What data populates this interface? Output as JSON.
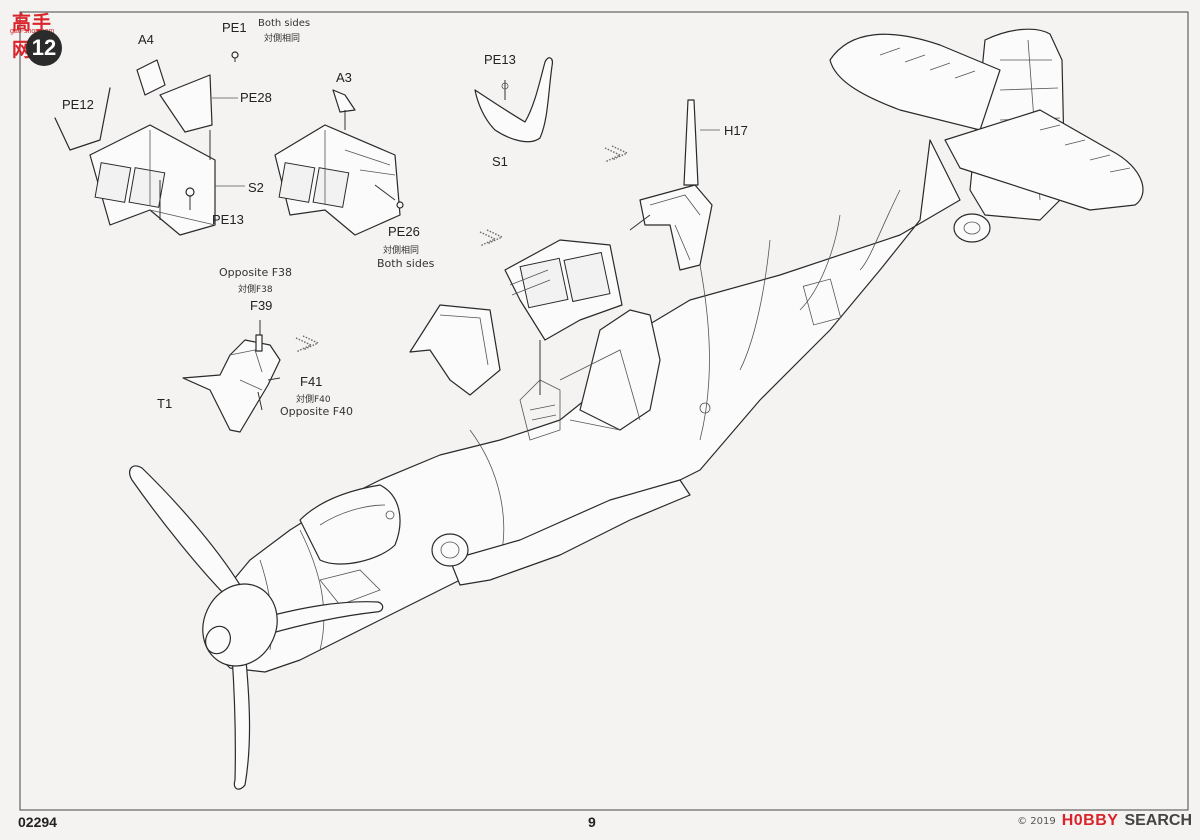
{
  "logo": {
    "text": "高手网",
    "url": "gao-shou.com"
  },
  "step_number": "12",
  "labels": {
    "a4": "A4",
    "pe1": "PE1",
    "both_sides_1_en": "Both sides",
    "both_sides_1_cn": "対側相同",
    "pe28": "PE28",
    "pe12": "PE12",
    "s2": "S2",
    "pe13_left": "PE13",
    "a3": "A3",
    "pe26": "PE26",
    "both_sides_2_cn": "対側相同",
    "both_sides_2_en": "Both sides",
    "pe13_top": "PE13",
    "s1": "S1",
    "h17": "H17",
    "opposite_f38_en": "Opposite F38",
    "opposite_f38_cn": "対側F38",
    "f39": "F39",
    "f41": "F41",
    "t1": "T1",
    "opposite_f40_cn": "対側F40",
    "opposite_f40_en": "Opposite F40"
  },
  "footer": {
    "code": "02294",
    "page": "9"
  },
  "watermark": {
    "copyright": "© 2019",
    "brand_a": "H0BBY",
    "brand_b": "SEARCH"
  },
  "colors": {
    "line": "#2a2a2a",
    "paper": "#f4f3f2",
    "logo_red": "#d8242a"
  },
  "icons": [
    "step-badge",
    "logo-mark",
    "hint-arrow-icon"
  ]
}
